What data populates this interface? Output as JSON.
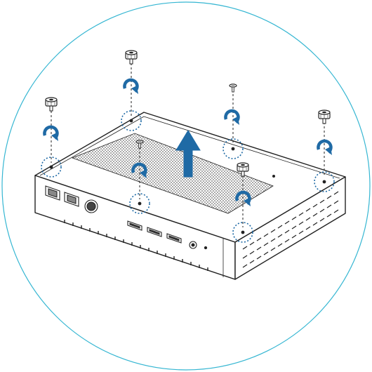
{
  "colors": {
    "frame_circle": "#35b6d2",
    "arrow_blue": "#1f6aa5",
    "highlight_dots": "#1f6aa5",
    "line": "#222222",
    "mesh": "#555555"
  },
  "illustration": {
    "subject": "mini-pc-top-cover-removal",
    "screws": [
      {
        "id": "screw-1",
        "icon": "thumbscrew-icon",
        "action": "rotate-counterclockwise-icon"
      },
      {
        "id": "screw-2",
        "icon": "thumbscrew-icon",
        "action": "rotate-counterclockwise-icon"
      },
      {
        "id": "screw-3",
        "icon": "small-screw-icon",
        "action": "rotate-counterclockwise-icon"
      },
      {
        "id": "screw-4",
        "icon": "thumbscrew-icon",
        "action": "rotate-counterclockwise-icon"
      },
      {
        "id": "screw-5",
        "icon": "small-screw-icon",
        "action": "rotate-counterclockwise-icon"
      },
      {
        "id": "screw-6",
        "icon": "thumbscrew-icon",
        "action": "rotate-counterclockwise-icon"
      }
    ],
    "lift_arrow": "up-arrow-icon",
    "port_labels": [
      "LAN",
      "LAN",
      "",
      "USB",
      "USB",
      "USB"
    ]
  }
}
